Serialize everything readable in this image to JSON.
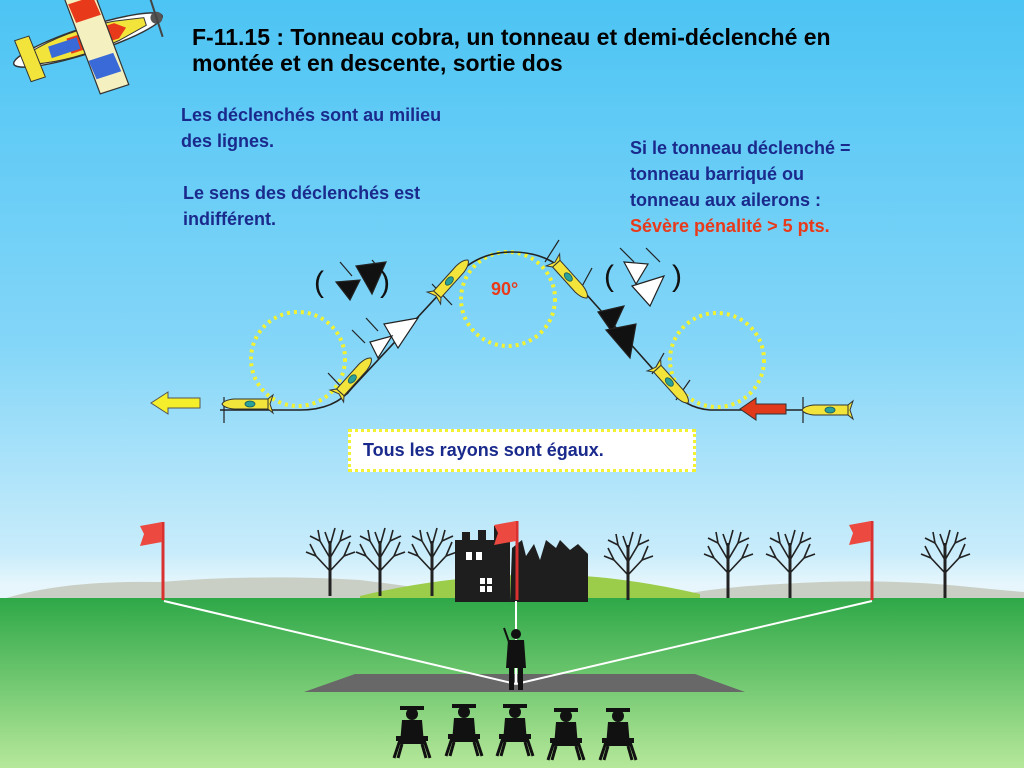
{
  "title": "F-11.15 : Tonneau cobra, un tonneau et demi-déclenché en\nmontée et en descente, sortie dos",
  "notes": {
    "position": "Les déclenchés sont au milieu\ndes lignes.",
    "direction": "Le sens des déclenchés est\nindifférent.",
    "penalty_condition": "Si le tonneau déclenché =\ntonneau barriqué ou\ntonneau aux ailerons :",
    "penalty": "Sévère pénalité > 5 pts."
  },
  "angle_label": "90°",
  "radii_note": "Tous les rayons sont égaux.",
  "colors": {
    "title": "#000000",
    "note_text": "#1a2a8c",
    "penalty_text": "#e83a1a",
    "helper_circles": "#f2f230",
    "aircraft": "#f2e43a",
    "exit_arrow": "#f5ee2a",
    "entry_arrow": "#e03a1a",
    "flag": "#ec4a40",
    "ground": "#3cac48",
    "runway": "#686868"
  },
  "icons": {
    "logo": "aerobatic-plane-icon",
    "entry": "red-arrow-icon",
    "exit": "yellow-arrow-icon",
    "snap_roll_full": "filled-triangle-icon",
    "snap_roll_half": "open-triangle-icon",
    "judge": "judge-silhouette-icon",
    "pilot": "pilot-silhouette-icon"
  }
}
